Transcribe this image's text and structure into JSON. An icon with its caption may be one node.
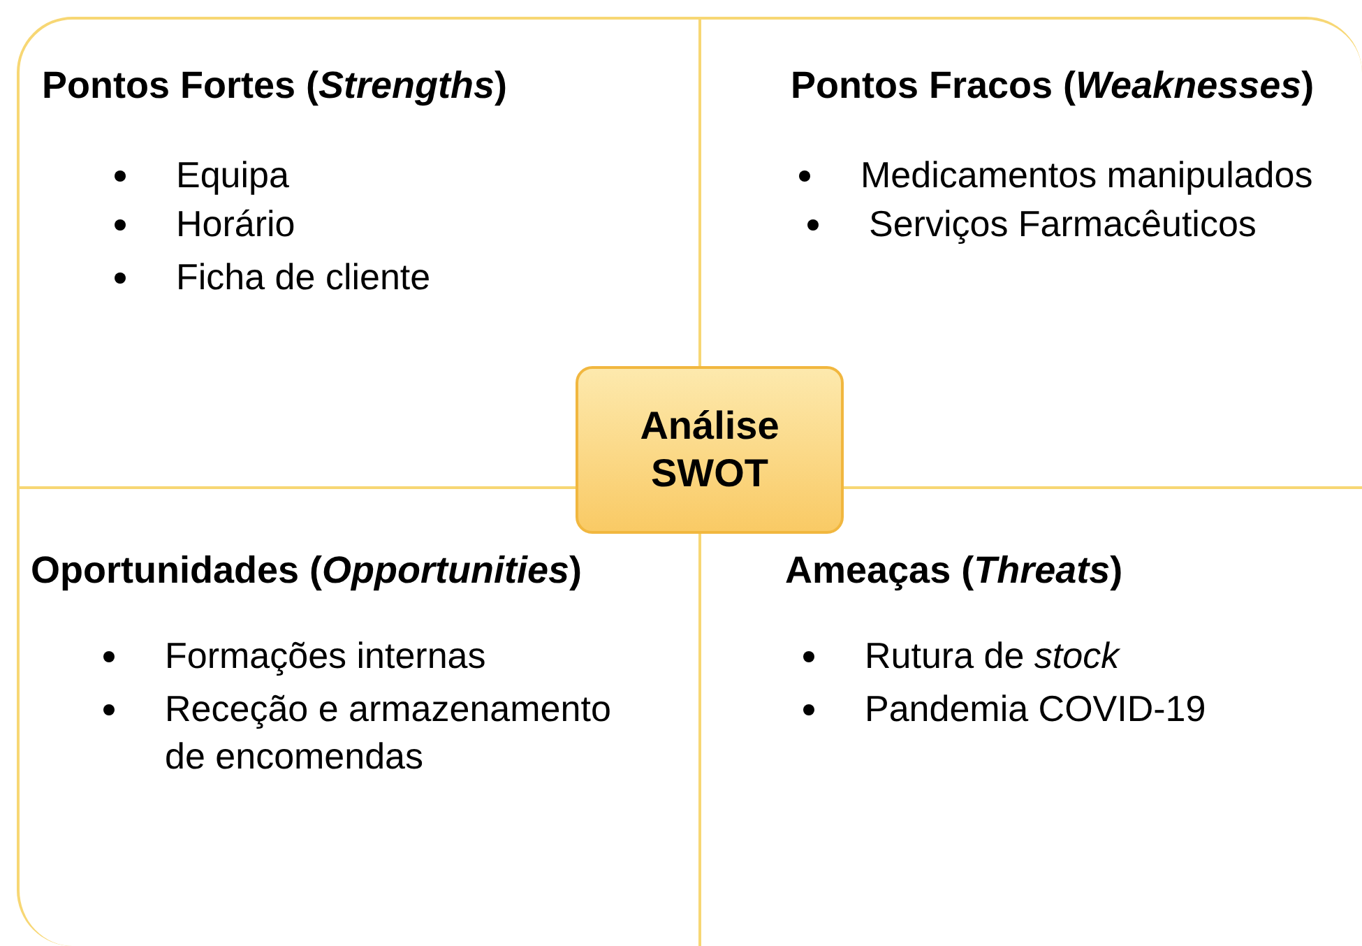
{
  "diagram": {
    "nodes": [
      {
        "text": [
          "Pontos Fortes (*Strengths*)",
          "Equipa",
          "Horário",
          "Ficha de cliente"
        ]
      },
      {
        "text": [
          "Pontos Fracos (*Weaknesses*)",
          "Medicamentos manipulados",
          "Serviços Farmacêuticos"
        ]
      },
      {
        "text": [
          "Oportunidades (*Opportunities*)",
          "Formações internas",
          "Receção e armazenamento de encomendas"
        ]
      },
      {
        "text": [
          "Ameaças (*Threats*)",
          "Rutura de *stock*",
          "Pandemia COVID-19"
        ]
      },
      {
        "text": [
          "Análise SWOT"
        ]
      }
    ],
    "edges": []
  }
}
